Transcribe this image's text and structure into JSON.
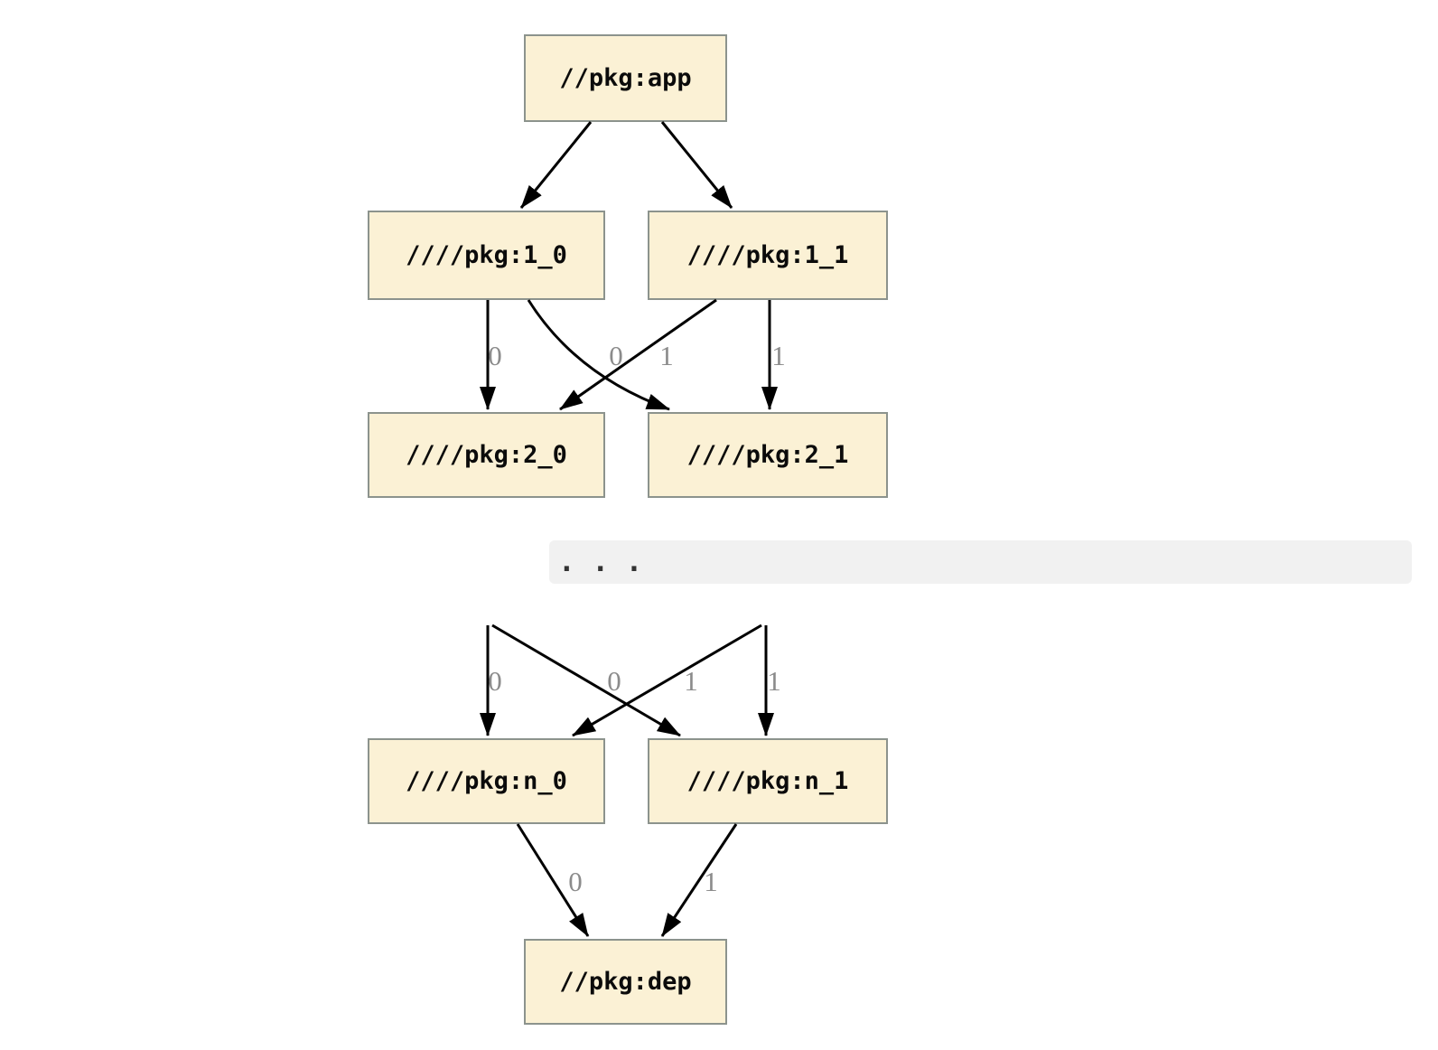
{
  "nodes": [
    {
      "id": "app",
      "label": "//pkg:app"
    },
    {
      "id": "pkg1_0",
      "label": "////pkg:1_0"
    },
    {
      "id": "pkg1_1",
      "label": "////pkg:1_1"
    },
    {
      "id": "pkg2_0",
      "label": "////pkg:2_0"
    },
    {
      "id": "pkg2_1",
      "label": "////pkg:2_1"
    },
    {
      "id": "pkgn_0",
      "label": "////pkg:n_0"
    },
    {
      "id": "pkgn_1",
      "label": "////pkg:n_1"
    },
    {
      "id": "dep",
      "label": "//pkg:dep"
    }
  ],
  "edges": [
    {
      "from": "app",
      "to": "pkg1_0",
      "label": ""
    },
    {
      "from": "app",
      "to": "pkg1_1",
      "label": ""
    },
    {
      "from": "pkg1_0",
      "to": "pkg2_0",
      "label": "0"
    },
    {
      "from": "pkg1_1",
      "to": "pkg2_0",
      "label": "0"
    },
    {
      "from": "pkg1_0",
      "to": "pkg2_1",
      "label": "1"
    },
    {
      "from": "pkg1_1",
      "to": "pkg2_1",
      "label": "1"
    },
    {
      "from": "ellipsis",
      "to": "pkgn_0",
      "label": "0"
    },
    {
      "from": "ellipsis",
      "to": "pkgn_1",
      "label": "1"
    },
    {
      "from": "ellipsis",
      "to": "pkgn_0",
      "label": "0"
    },
    {
      "from": "ellipsis",
      "to": "pkgn_1",
      "label": "1"
    },
    {
      "from": "pkgn_0",
      "to": "dep",
      "label": "0"
    },
    {
      "from": "pkgn_1",
      "to": "dep",
      "label": "1"
    }
  ],
  "ellipsis": ". . .",
  "colors": {
    "node_fill": "#FBF1D5",
    "node_border": "#8C938D",
    "edge": "#000000",
    "edge_label": "#8B8B8B",
    "ellipsis_band_bg": "#F1F1F1",
    "background": "#FFFFFF"
  }
}
